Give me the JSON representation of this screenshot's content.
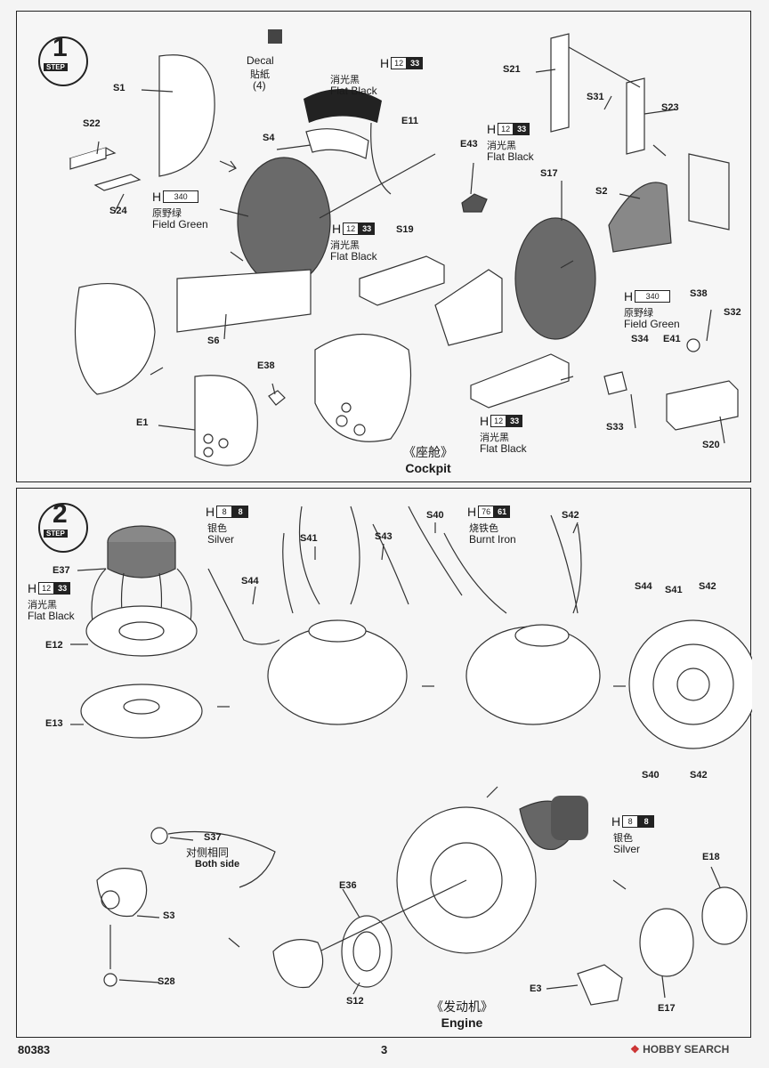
{
  "footer": {
    "code": "80383",
    "page": "3",
    "watermark": "HOBBY SEARCH"
  },
  "step1": {
    "step_word": "STEP",
    "step_num": "1",
    "caption_cn": "《座舱》",
    "caption_en": "Cockpit",
    "decal": {
      "label_en": "Decal",
      "label_cn": "貼紙",
      "count": "(4)"
    },
    "paints": [
      {
        "h": "H",
        "code": "12",
        "alt": "33",
        "cn": "消光黑",
        "en": "Flat Black"
      },
      {
        "h": "H",
        "code": "340",
        "cn": "原野绿",
        "en": "Field Green"
      },
      {
        "h": "H",
        "code": "12",
        "alt": "33",
        "cn": "消光黑",
        "en": "Flat Black"
      },
      {
        "h": "H",
        "code": "12",
        "alt": "33",
        "cn": "消光黑",
        "en": "Flat Black"
      },
      {
        "h": "H",
        "code": "340",
        "cn": "原野绿",
        "en": "Field Green"
      },
      {
        "h": "H",
        "code": "12",
        "alt": "33",
        "cn": "消光黑",
        "en": "Flat Black"
      }
    ],
    "parts": [
      "S1",
      "S22",
      "S24",
      "S4",
      "E11",
      "S6",
      "E38",
      "E1",
      "S19",
      "E43",
      "S17",
      "S21",
      "S31",
      "S23",
      "S2",
      "S38",
      "S32",
      "S34",
      "E41",
      "S33",
      "S20"
    ]
  },
  "step2": {
    "step_word": "STEP",
    "step_num": "2",
    "caption_cn": "《发动机》",
    "caption_en": "Engine",
    "both_cn": "对侧相同",
    "both_en": "Both side",
    "paints": [
      {
        "h": "H",
        "code": "8",
        "alt": "8",
        "cn": "银色",
        "en": "Silver"
      },
      {
        "h": "H",
        "code": "12",
        "alt": "33",
        "cn": "消光黑",
        "en": "Flat Black"
      },
      {
        "h": "H",
        "code": "76",
        "alt": "61",
        "cn": "烧铁色",
        "en": "Burnt Iron"
      },
      {
        "h": "H",
        "code": "8",
        "alt": "8",
        "cn": "银色",
        "en": "Silver"
      }
    ],
    "parts": [
      "E37",
      "E12",
      "E13",
      "S44",
      "S41",
      "S43",
      "S40",
      "S42",
      "S44",
      "S41",
      "S42",
      "S40",
      "S42",
      "S37",
      "S3",
      "S28",
      "E36",
      "S12",
      "E18",
      "E3",
      "E17"
    ]
  }
}
